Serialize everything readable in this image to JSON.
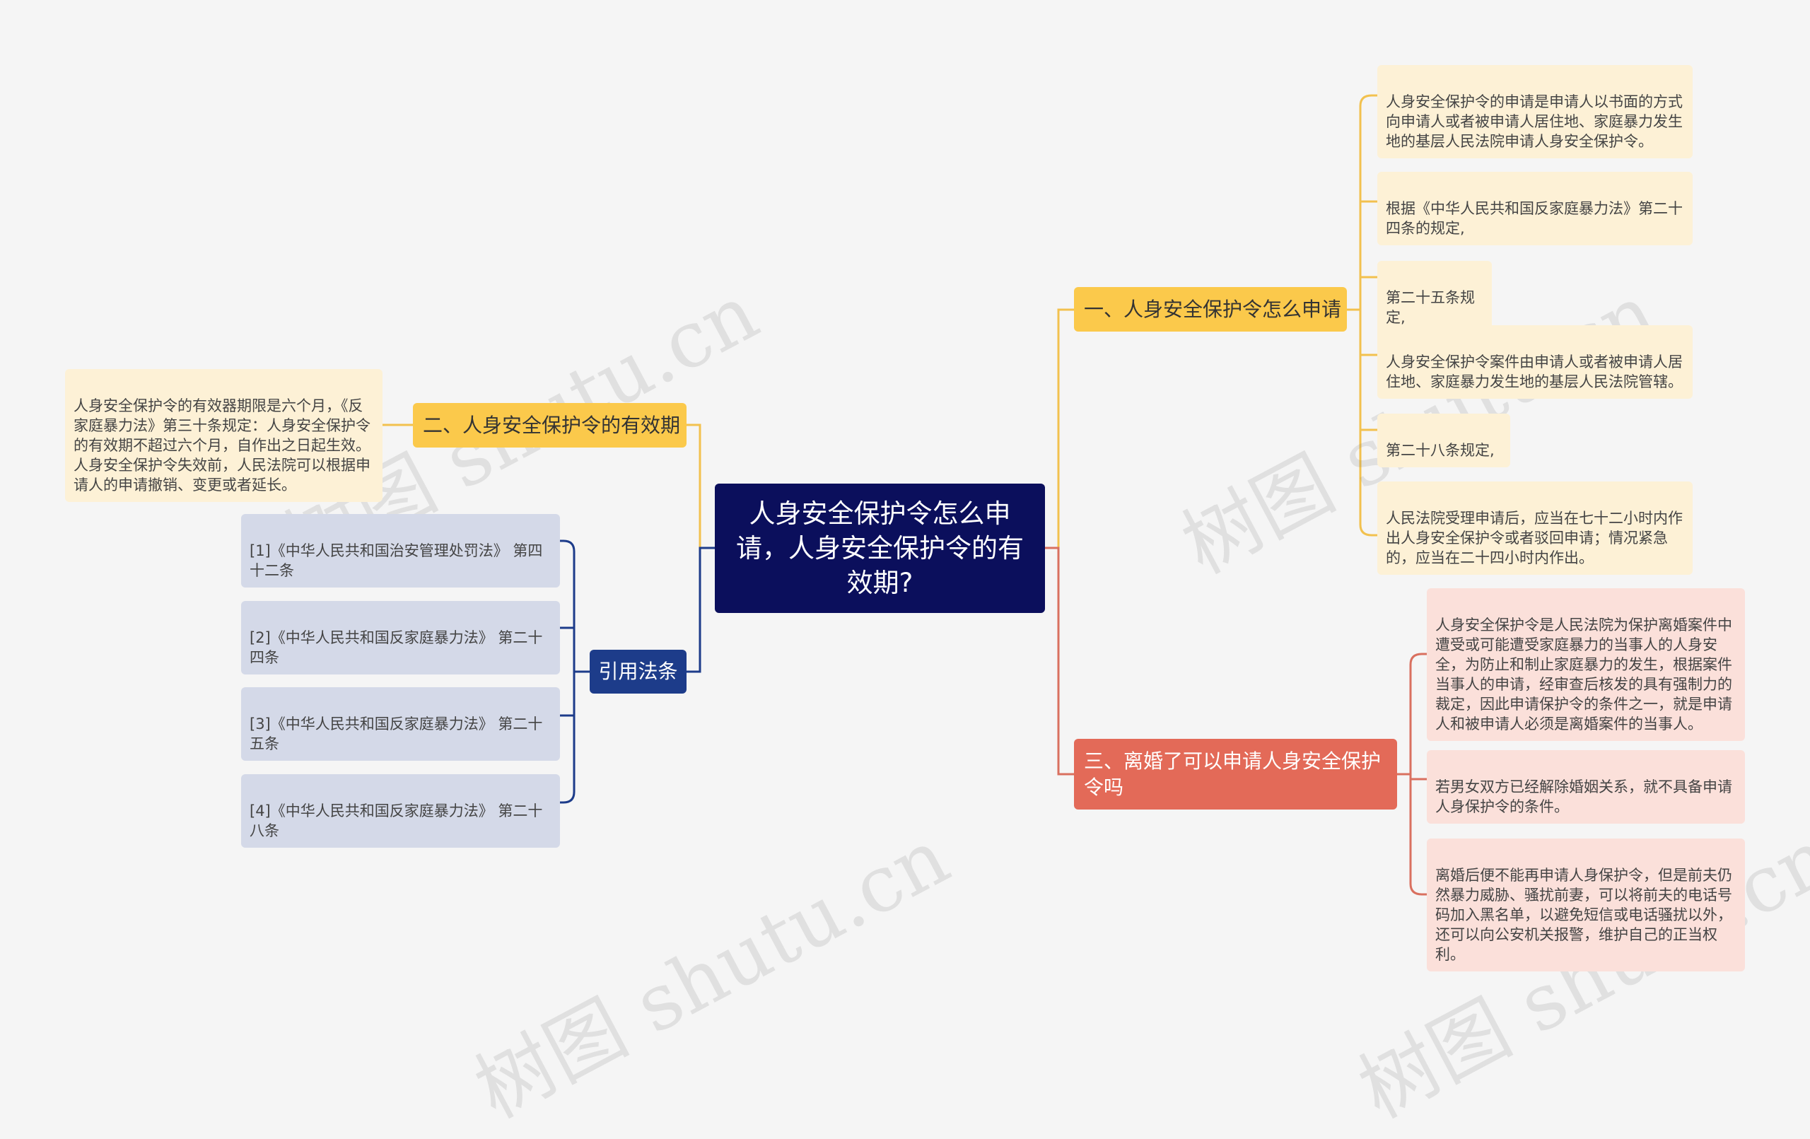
{
  "root": {
    "title": "人身安全保护令怎么申请，人身安全保护令的有效期?"
  },
  "branches": {
    "apply": {
      "label": "一、人身安全保护令怎么申请",
      "items": [
        "人身安全保护令的申请是申请人以书面的方式向申请人或者被申请人居住地、家庭暴力发生地的基层人民法院申请人身安全保护令。",
        "根据《中华人民共和国反家庭暴力法》第二十四条的规定,",
        "第二十五条规定,",
        "人身安全保护令案件由申请人或者被申请人居住地、家庭暴力发生地的基层人民法院管辖。",
        "第二十八条规定,",
        "人民法院受理申请后，应当在七十二小时内作出人身安全保护令或者驳回申请；情况紧急的，应当在二十四小时内作出。"
      ]
    },
    "validity": {
      "label": "二、人身安全保护令的有效期",
      "items": [
        "人身安全保护令的有效器期限是六个月，《反家庭暴力法》第三十条规定：人身安全保护令的有效期不超过六个月，自作出之日起生效。人身安全保护令失效前，人民法院可以根据申请人的申请撤销、变更或者延长。"
      ]
    },
    "divorce": {
      "label": "三、离婚了可以申请人身安全保护令吗",
      "items": [
        "人身安全保护令是人民法院为保护离婚案件中遭受或可能遭受家庭暴力的当事人的人身安全，为防止和制止家庭暴力的发生，根据案件当事人的申请，经审查后核发的具有强制力的裁定，因此申请保护令的条件之一，就是申请人和被申请人必须是离婚案件的当事人。",
        "若男女双方已经解除婚姻关系，就不具备申请人身保护令的条件。",
        "离婚后便不能再申请人身保护令，但是前夫仍然暴力威胁、骚扰前妻，可以将前夫的电话号码加入黑名单，以避免短信或电话骚扰以外，还可以向公安机关报警，维护自己的正当权利。"
      ]
    },
    "laws": {
      "label": "引用法条",
      "items": [
        "[1]《中华人民共和国治安管理处罚法》 第四十二条",
        "[2]《中华人民共和国反家庭暴力法》 第二十四条",
        "[3]《中华人民共和国反家庭暴力法》 第二十五条",
        "[4]《中华人民共和国反家庭暴力法》 第二十八条"
      ]
    }
  },
  "watermark": "树图 shutu.cn",
  "colors": {
    "root": "#0b0f5c",
    "yellow": "#fbc94b",
    "red": "#e36a58",
    "blue": "#1d3c8a",
    "line_yellow": "#f2c14e",
    "line_red": "#d9705f",
    "line_blue": "#1d3c8a"
  }
}
